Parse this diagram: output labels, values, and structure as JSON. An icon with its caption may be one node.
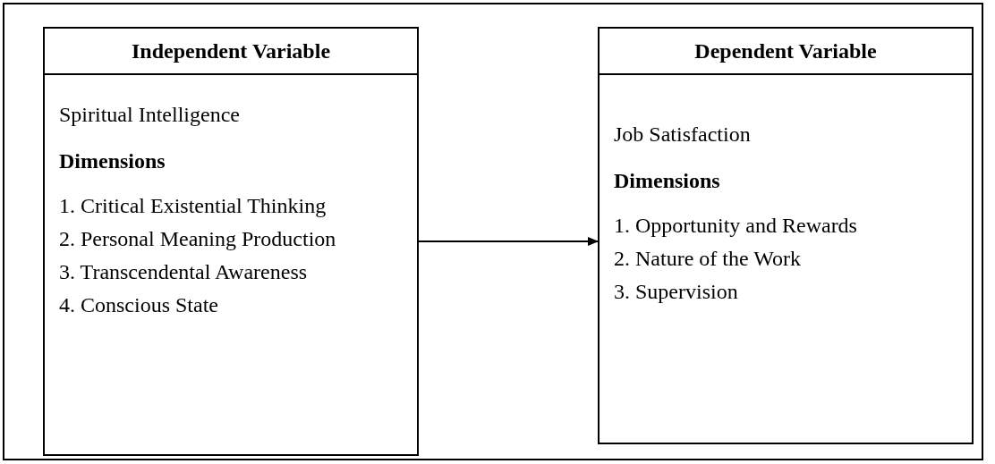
{
  "diagram": {
    "nodes": [
      {
        "text": [
          "Independent Variable",
          "Spiritual Intelligence",
          "Dimensions",
          "1. Critical Existential Thinking",
          "2. Personal Meaning Production",
          "3. Transcendental Awareness",
          "4. Conscious State"
        ]
      },
      {
        "text": [
          "Dependent Variable",
          "Job Satisfaction",
          "Dimensions",
          "1. Opportunity and Rewards",
          "2. Nature of the Work",
          "3. Supervision"
        ]
      }
    ],
    "edges": [
      {
        "from": 0,
        "to": 1,
        "arrow": "to"
      }
    ]
  }
}
